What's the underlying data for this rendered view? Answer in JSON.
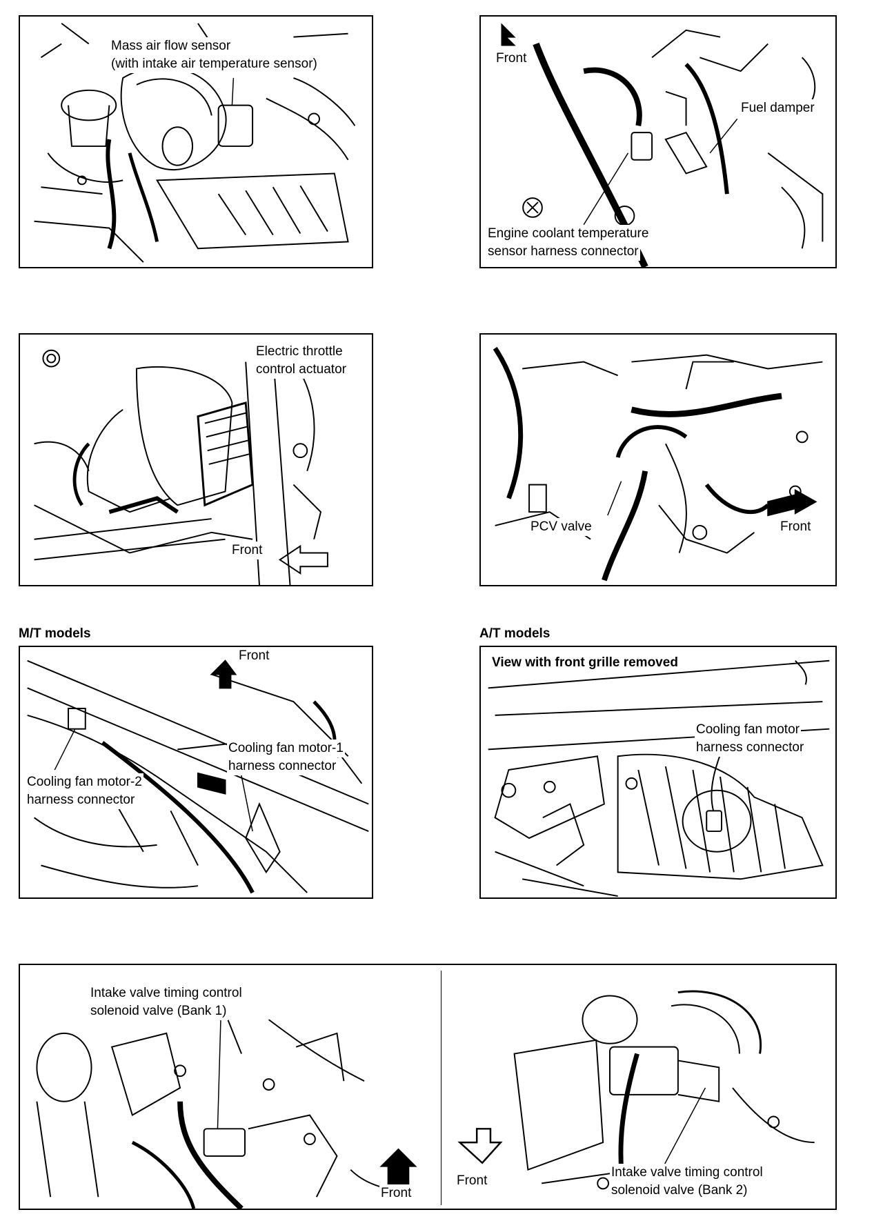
{
  "panels": {
    "maf": {
      "label_line1": "Mass air flow sensor",
      "label_line2": "(with intake air temperature sensor)"
    },
    "ect": {
      "front": "Front",
      "fuel_damper": "Fuel damper",
      "ect_line1": "Engine coolant temperature",
      "ect_line2": "sensor harness connector"
    },
    "etc": {
      "label_line1": "Electric throttle",
      "label_line2": "control actuator",
      "front": "Front"
    },
    "pcv": {
      "pcv_label": "PCV valve",
      "front": "Front"
    },
    "mt": {
      "heading": "M/T models",
      "front": "Front",
      "fan1_line1": "Cooling fan motor-1",
      "fan1_line2": "harness connector",
      "fan2_line1": "Cooling fan motor-2",
      "fan2_line2": "harness connector"
    },
    "at": {
      "heading": "A/T models",
      "view_note": "View with front grille removed",
      "fan_line1": "Cooling fan motor",
      "fan_line2": "harness connector"
    },
    "ivtc": {
      "bank1_line1": "Intake valve timing control",
      "bank1_line2": "solenoid valve (Bank 1)",
      "front_left": "Front",
      "front_right": "Front",
      "bank2_line1": "Intake valve timing control",
      "bank2_line2": "solenoid valve (Bank 2)"
    }
  }
}
